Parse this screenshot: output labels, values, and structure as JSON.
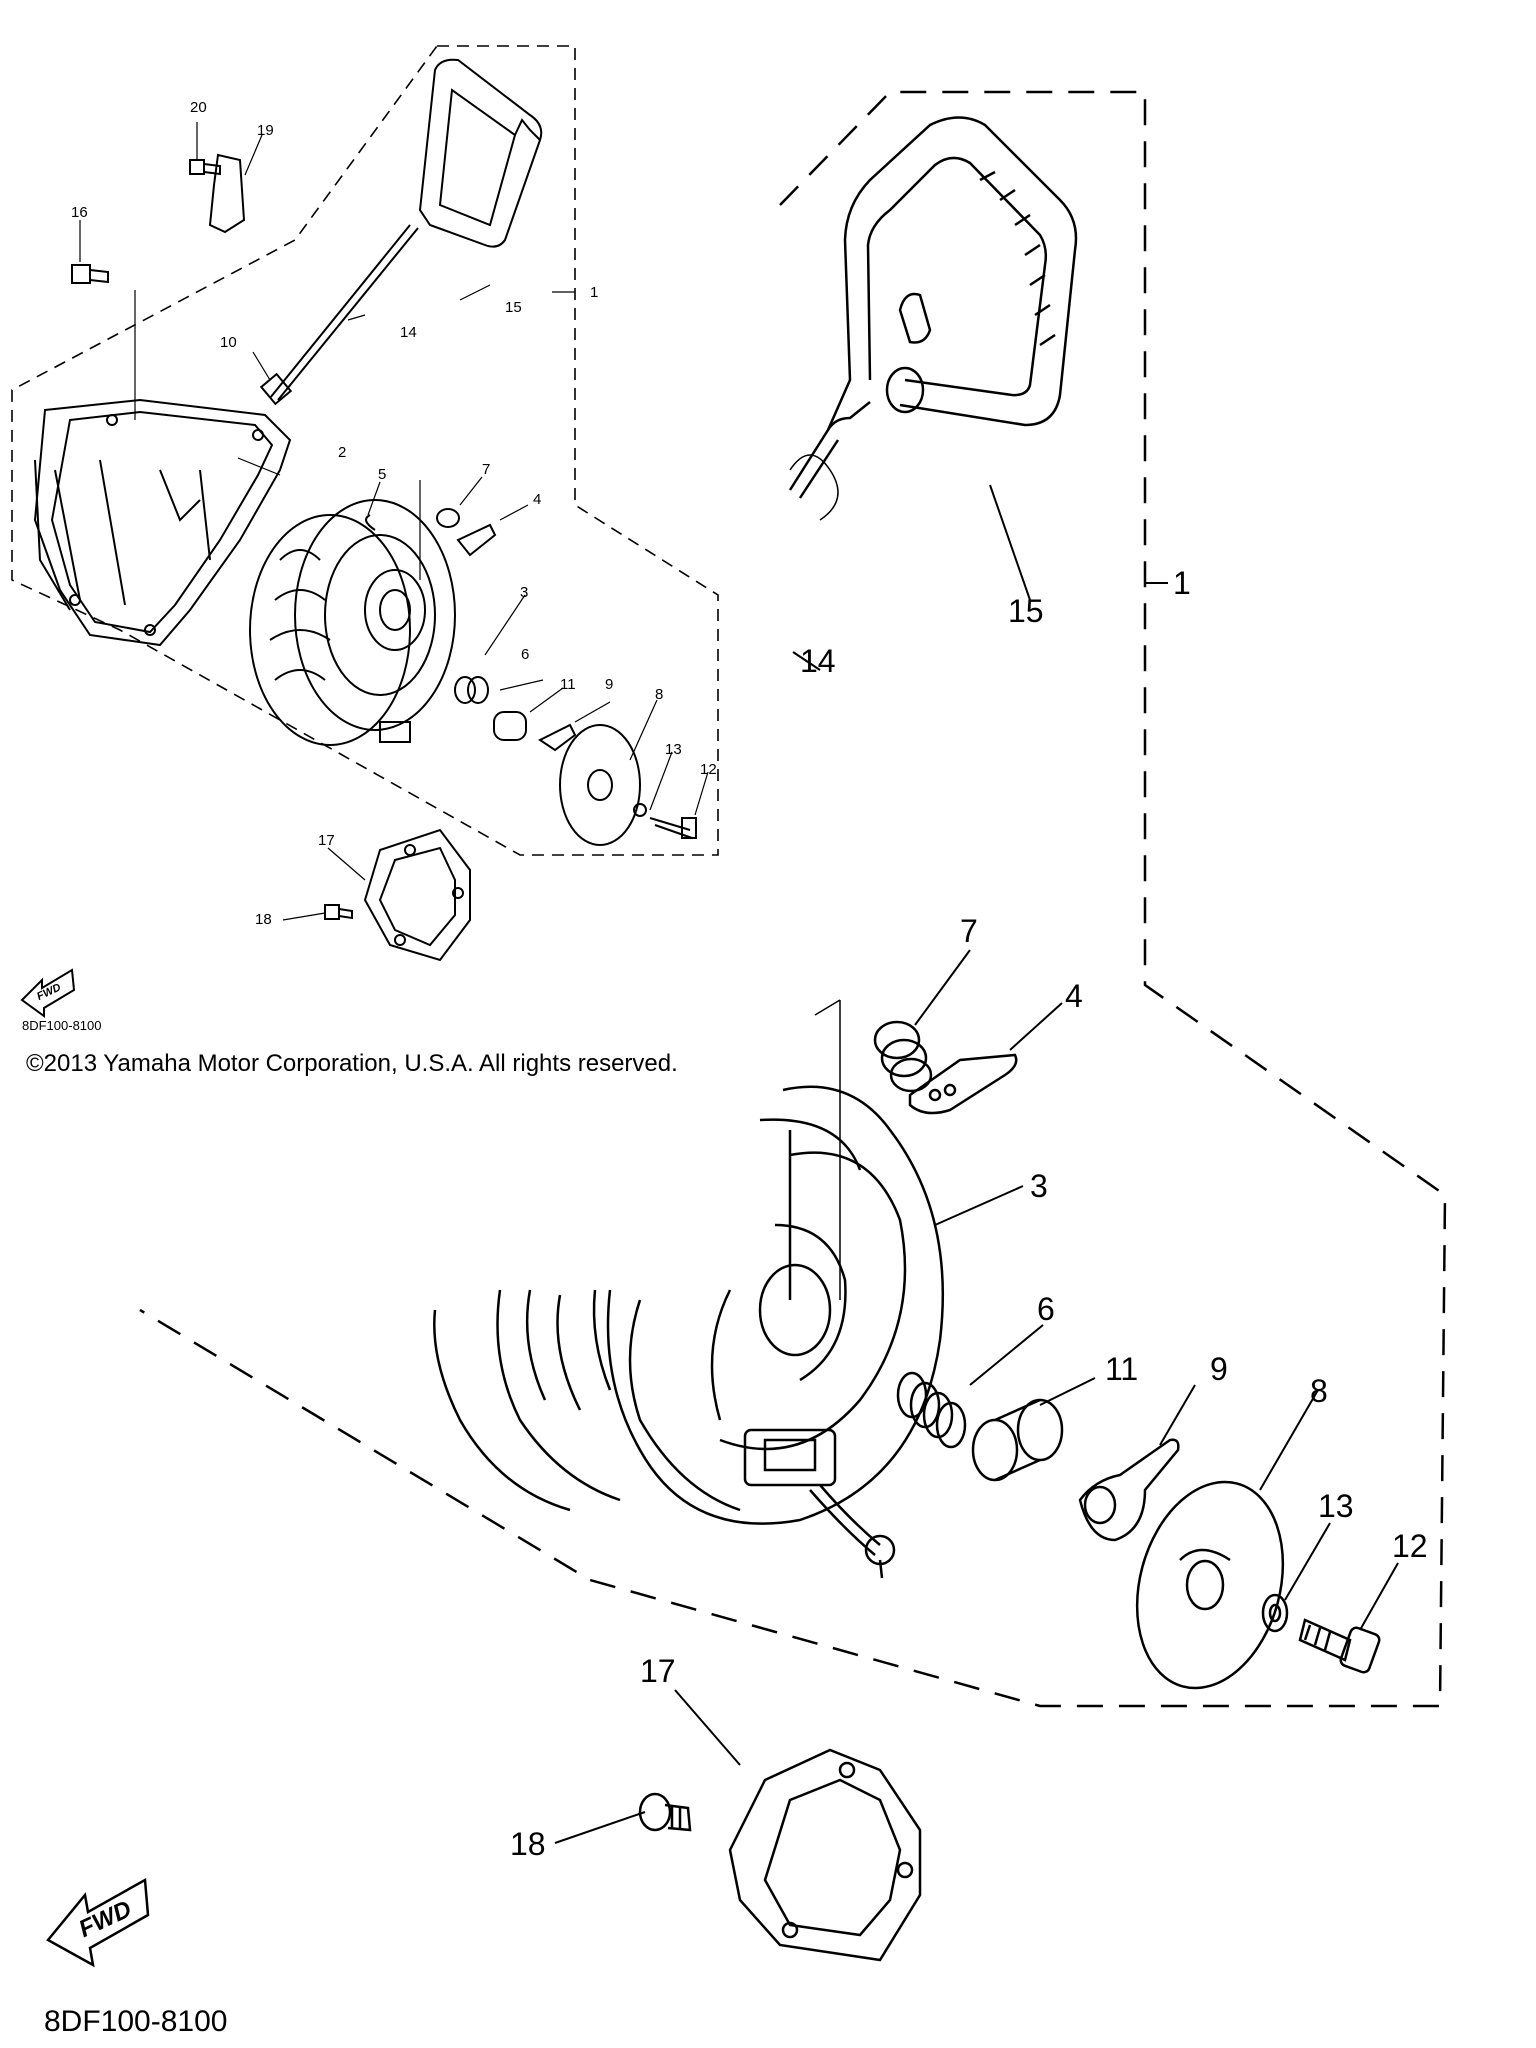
{
  "thumbnail": {
    "part_labels": [
      "1",
      "2",
      "3",
      "4",
      "5",
      "6",
      "7",
      "8",
      "9",
      "10",
      "11",
      "12",
      "13",
      "14",
      "15",
      "16",
      "17",
      "18",
      "19",
      "20"
    ],
    "fwd_label": "FWD",
    "diagram_code": "8DF100-8100"
  },
  "copyright": "©2013 Yamaha Motor Corporation, U.S.A. All rights reserved.",
  "detail": {
    "part_labels": [
      "1",
      "3",
      "4",
      "6",
      "7",
      "8",
      "9",
      "11",
      "12",
      "13",
      "14",
      "15",
      "17",
      "18"
    ],
    "fwd_label": "FWD",
    "diagram_code": "8DF100-8100"
  }
}
